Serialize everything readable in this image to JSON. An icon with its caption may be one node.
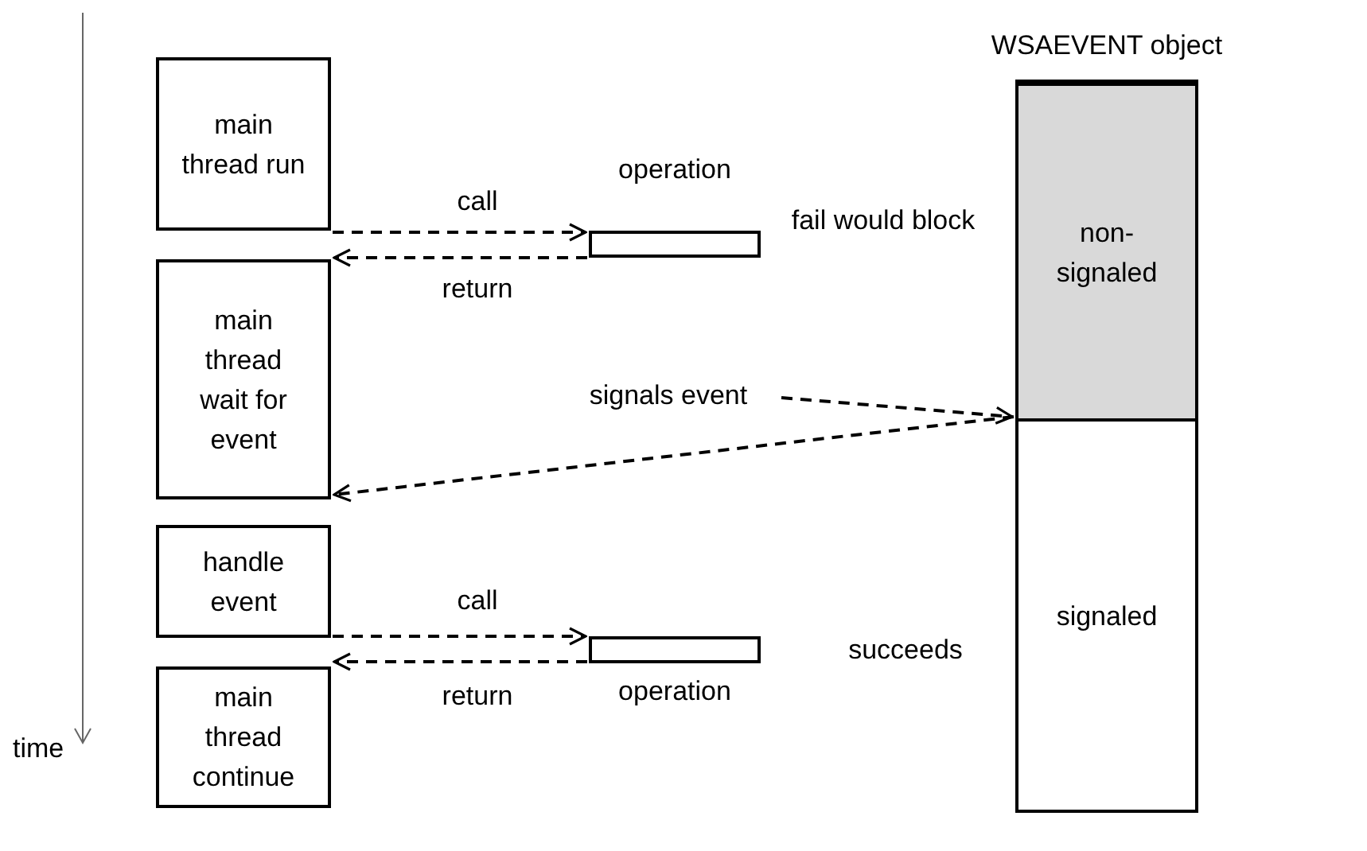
{
  "diagram": {
    "nodes": [
      {
        "text": [
          "main thread run"
        ]
      },
      {
        "text": [
          "main thread wait for event"
        ]
      },
      {
        "text": [
          "handle event"
        ]
      },
      {
        "text": [
          "main thread continue"
        ]
      },
      {
        "text": [
          "operation"
        ],
        "beside": [
          "fail would block"
        ]
      },
      {
        "text": [
          "operation"
        ],
        "beside": [
          "succeeds"
        ]
      },
      {
        "text": [
          "WSAEVENT object"
        ]
      },
      {
        "text": [
          "non-signaled"
        ],
        "in": 6
      },
      {
        "text": [
          "signaled"
        ],
        "in": 6
      },
      {
        "text": [
          "signals event"
        ]
      }
    ],
    "edges": [
      {
        "from": 0,
        "to": 4,
        "arrow": "to",
        "label": "call",
        "style": "dashed"
      },
      {
        "from": 4,
        "to": 1,
        "arrow": "to",
        "label": "return",
        "style": "dashed"
      },
      {
        "from": 9,
        "to": 7,
        "arrow": "to",
        "style": "dashed"
      },
      {
        "from": 7,
        "to": 1,
        "arrow": "to",
        "style": "dashed"
      },
      {
        "from": 2,
        "to": 5,
        "arrow": "to",
        "label": "call",
        "style": "dashed"
      },
      {
        "from": 5,
        "to": 3,
        "arrow": "to",
        "label": "return",
        "style": "dashed"
      }
    ],
    "labels": [
      "time"
    ]
  }
}
